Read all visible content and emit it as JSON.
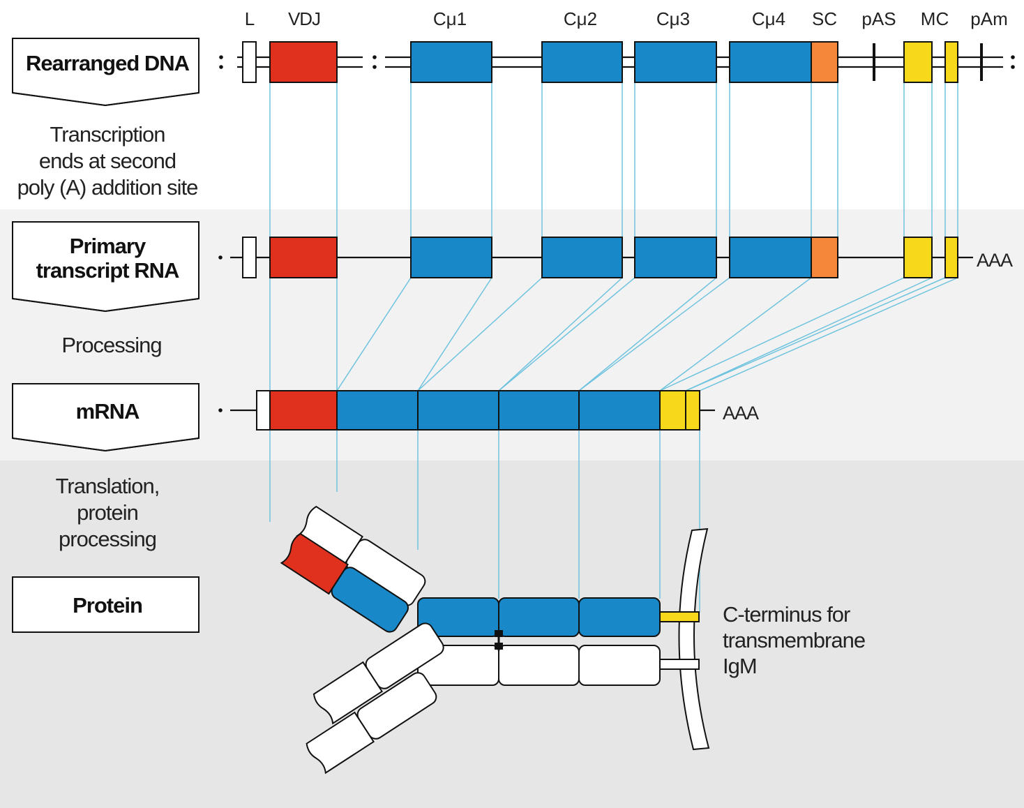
{
  "colors": {
    "vdj": "#e0301e",
    "constant": "#1888c8",
    "sc": "#f5873a",
    "mc": "#f7d81a",
    "leader": "#ffffff",
    "connector": "#6fc3df",
    "band_light": "#f2f2f2",
    "band_dark": "#e6e6e6"
  },
  "segment_labels": {
    "L": "L",
    "VDJ": "VDJ",
    "Cu1": "Cμ1",
    "Cu2": "Cμ2",
    "Cu3": "Cμ3",
    "Cu4": "Cμ4",
    "SC": "SC",
    "pAs": "pAS",
    "MC": "MC",
    "pAm": "pAm"
  },
  "stages": {
    "dna": "Rearranged DNA",
    "primary_line1": "Primary",
    "primary_line2": "transcript  RNA",
    "mrna": "mRNA",
    "protein": "Protein"
  },
  "steps": {
    "transcription_1": "Transcription",
    "transcription_2": "ends  at  second",
    "transcription_3": "poly (A) addition  site",
    "processing": "Processing",
    "translation_1": "Translation,",
    "translation_2": "protein",
    "translation_3": "processing"
  },
  "tails": {
    "primary": "AAA",
    "mrna": "AAA"
  },
  "annotation": {
    "line1": "C-terminus  for",
    "line2": "transmembrane",
    "line3": "IgM"
  }
}
